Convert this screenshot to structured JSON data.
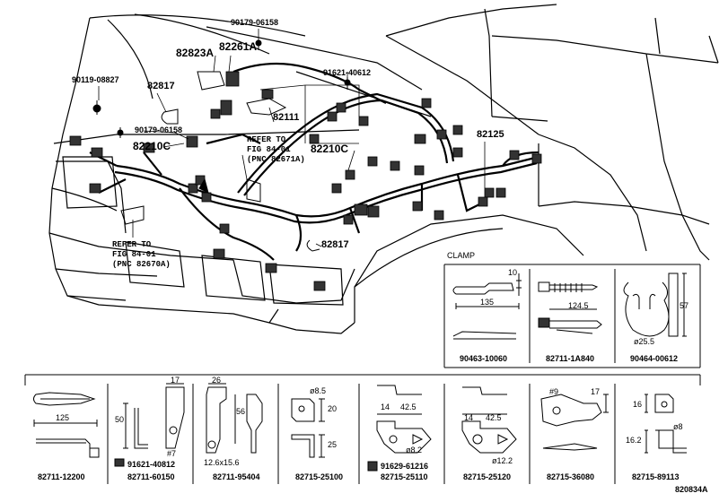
{
  "main_labels": {
    "p90179_06158_top": "90179-06158",
    "p82823A": "82823A",
    "p82261A": "82261A",
    "p90119_08827": "90119-08827",
    "p82817_top": "82817",
    "p91621_40612": "91621-40612",
    "p90179_06158_mid": "90179-06158",
    "p82111": "82111",
    "p82210C_left": "82210C",
    "p82210C_mid": "82210C",
    "p82125": "82125",
    "p82817_bottom": "82817"
  },
  "references": {
    "ref_top": "REFER TO\nFIG 84-01\n(PNC 82671A)",
    "ref_bottom": "REFER TO\nFIG 84-01\n(PNC 82670A)"
  },
  "clamp_section": {
    "title": "CLAMP",
    "items": [
      {
        "part": "90463-10060",
        "dims": [
          "10",
          "135"
        ]
      },
      {
        "part": "82711-1A840",
        "dims": [
          "124.5"
        ]
      },
      {
        "part": "90464-00612",
        "dims": [
          "57",
          "ø25.5"
        ]
      }
    ]
  },
  "bottom_section": {
    "items": [
      {
        "part": "82711-12200",
        "dims": [
          "125"
        ],
        "extra": ""
      },
      {
        "part": "82711-60150",
        "dims": [
          "17",
          "50",
          "#7"
        ],
        "extra": "91621-40812"
      },
      {
        "part": "82711-95404",
        "dims": [
          "26",
          "56",
          "12.6x15.6"
        ],
        "extra": ""
      },
      {
        "part": "82715-25100",
        "dims": [
          "ø8.5",
          "20",
          "25"
        ],
        "extra": ""
      },
      {
        "part": "82715-25110",
        "dims": [
          "14",
          "42.5",
          "ø8.2"
        ],
        "extra": "91629-61216"
      },
      {
        "part": "82715-25120",
        "dims": [
          "14",
          "42.5",
          "ø12.2"
        ],
        "extra": ""
      },
      {
        "part": "82715-36080",
        "dims": [
          "#9",
          "17"
        ],
        "extra": ""
      },
      {
        "part": "82715-89113",
        "dims": [
          "16",
          "ø8",
          "16.2"
        ],
        "extra": ""
      }
    ]
  },
  "figure_code": "820834A"
}
